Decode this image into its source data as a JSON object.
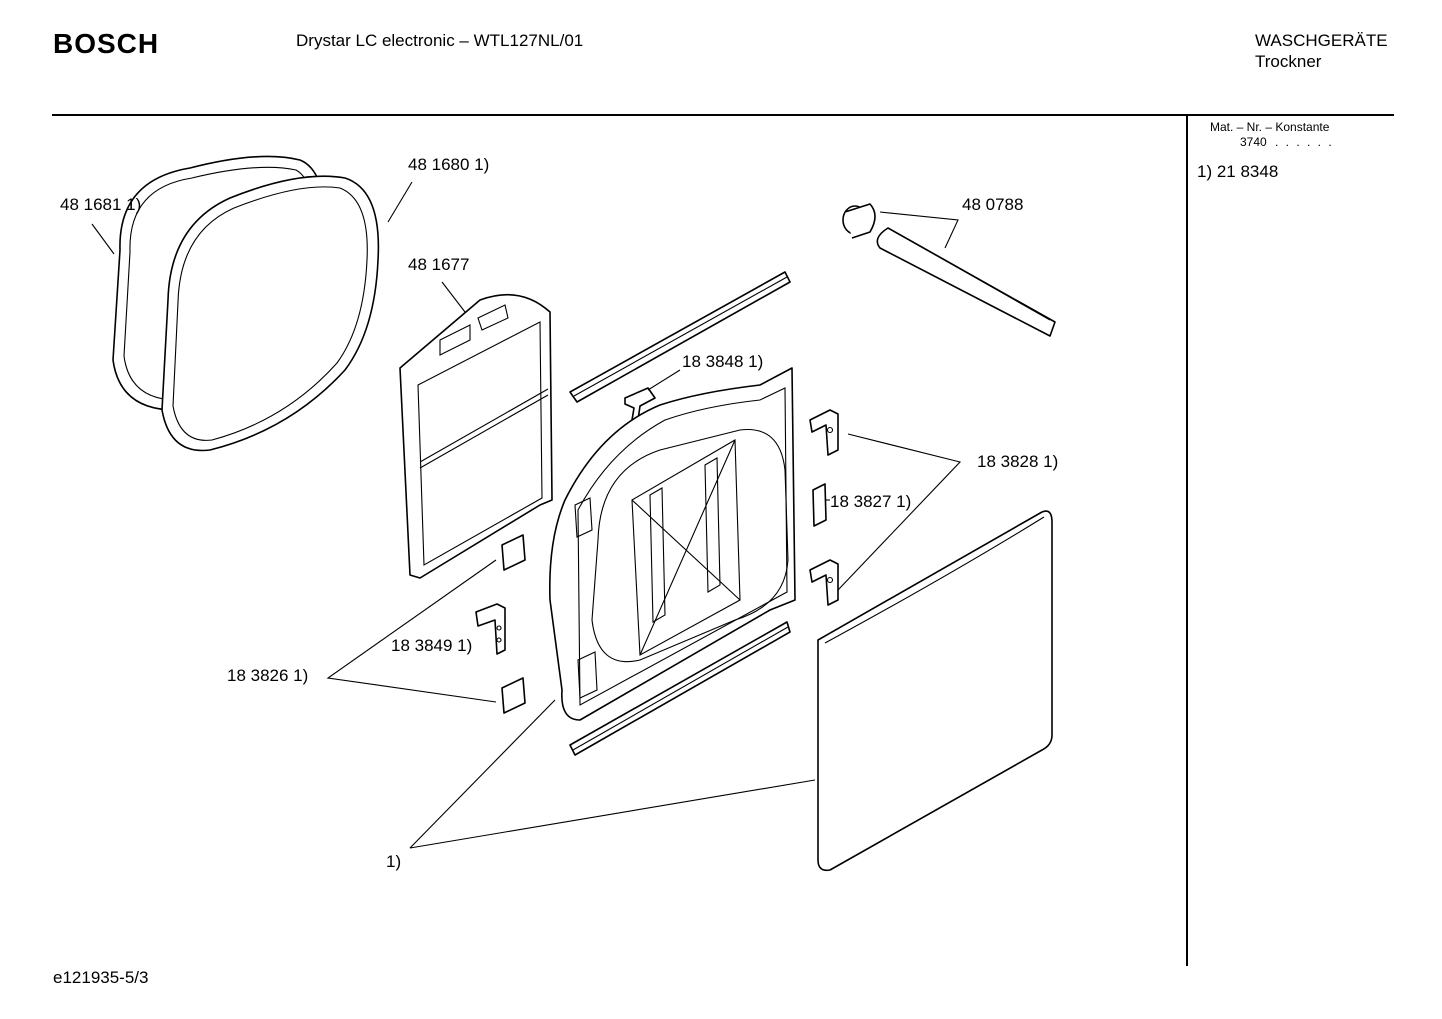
{
  "header": {
    "brand": "BOSCH",
    "title": "Drystar LC electronic – WTL127NL/01",
    "category": "WASCHGERÄTE",
    "subcategory": "Trockner"
  },
  "side_panel": {
    "mat_label": "Mat. – Nr. – Konstante",
    "mat_value": "3740",
    "mat_dots": ". . . . . .",
    "footnote": "1) 21 8348"
  },
  "footer": {
    "doc_code": "e121935-5/3"
  },
  "callouts": {
    "gasket_outer": "48 1681 1)",
    "gasket_inner": "48 1680 1)",
    "inner_frame": "48 1677",
    "hinge_pin": "48 0788",
    "trim_clip": "18 3848 1)",
    "hinge_bracket": "18 3828 1)",
    "hinge_cover": "18 3827 1)",
    "latch_bracket": "18 3849 1)",
    "cover_plate": "18 3826 1)",
    "door_assembly": "1)"
  }
}
